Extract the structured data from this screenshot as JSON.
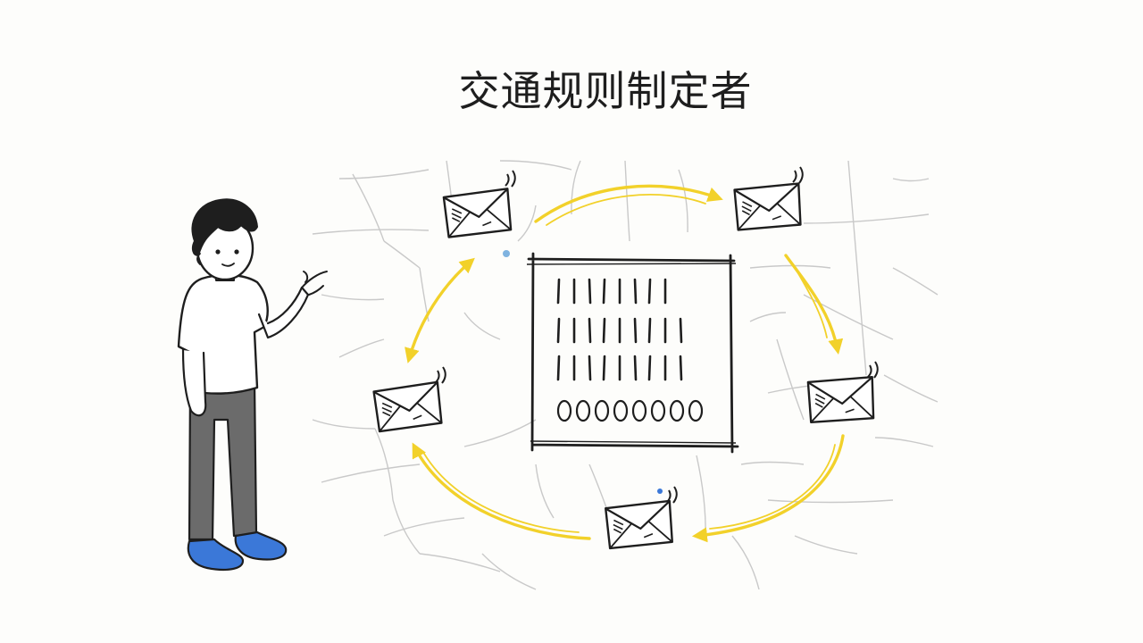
{
  "title": "交通规则制定者",
  "colors": {
    "ink": "#1e1e1e",
    "arrow_yellow": "#f2d12a",
    "shoe_blue": "#3b78d8",
    "pants_gray": "#6b6b6b",
    "map_lines": "#c9c9c9",
    "dot_blue": "#7fb3e0"
  },
  "icons": [
    "envelope-icon",
    "sound-wave-icon",
    "arrow-icon",
    "rules-board-icon",
    "person-illustration"
  ],
  "envelope_count": 5,
  "board": {
    "rows": [
      {
        "kind": "bars",
        "count": 8
      },
      {
        "kind": "bars",
        "count": 9
      },
      {
        "kind": "bars",
        "count": 9
      },
      {
        "kind": "circles",
        "count": 8
      }
    ]
  }
}
